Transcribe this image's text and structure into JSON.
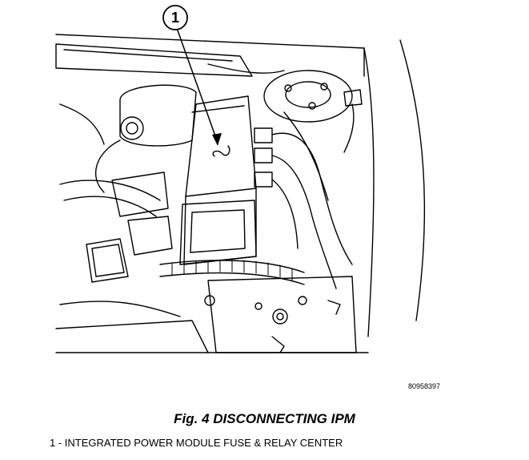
{
  "figure": {
    "callout_number": "1",
    "figure_code": "80958397",
    "caption": "Fig. 4 DISCONNECTING IPM",
    "legend": [
      {
        "text": "1 - INTEGRATED POWER MODULE FUSE & RELAY CENTER"
      }
    ]
  },
  "colors": {
    "line": "#000000",
    "background": "#ffffff",
    "shade": "#d9d9d9"
  }
}
